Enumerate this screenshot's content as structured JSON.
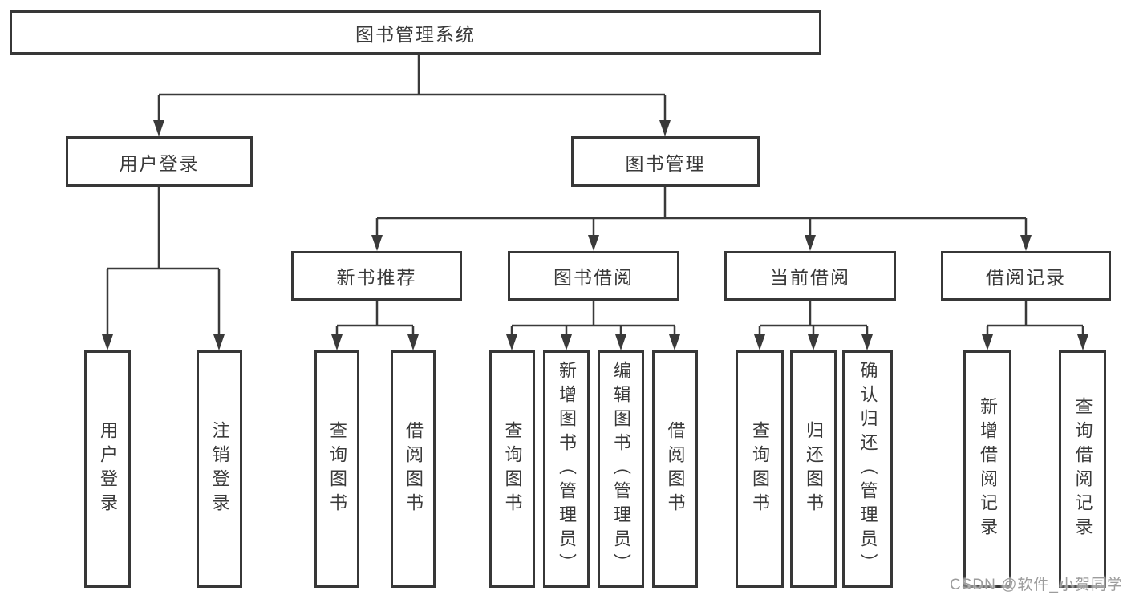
{
  "tree": {
    "root": {
      "label": "图书管理系统"
    },
    "branches": [
      {
        "label": "用户登录",
        "children": [
          {
            "label": "用户登录"
          },
          {
            "label": "注销登录"
          }
        ]
      },
      {
        "label": "图书管理",
        "children": [
          {
            "label": "新书推荐",
            "children": [
              {
                "label": "查询图书"
              },
              {
                "label": "借阅图书"
              }
            ]
          },
          {
            "label": "图书借阅",
            "children": [
              {
                "label": "查询图书"
              },
              {
                "label": "新增图书（管理员）"
              },
              {
                "label": "编辑图书（管理员）"
              },
              {
                "label": "借阅图书"
              }
            ]
          },
          {
            "label": "当前借阅",
            "children": [
              {
                "label": "查询图书"
              },
              {
                "label": "归还图书"
              },
              {
                "label": "确认归还（管理员）"
              }
            ]
          },
          {
            "label": "借阅记录",
            "children": [
              {
                "label": "新增借阅记录"
              },
              {
                "label": "查询借阅记录"
              }
            ]
          }
        ]
      }
    ]
  },
  "watermark": {
    "text": "CSDN @软件_小贺同学"
  },
  "colors": {
    "line": "#3a3a3a",
    "box_border": "#373737",
    "text": "#3a3a3a",
    "watermark": "#9c9c9c",
    "background": "#ffffff"
  }
}
